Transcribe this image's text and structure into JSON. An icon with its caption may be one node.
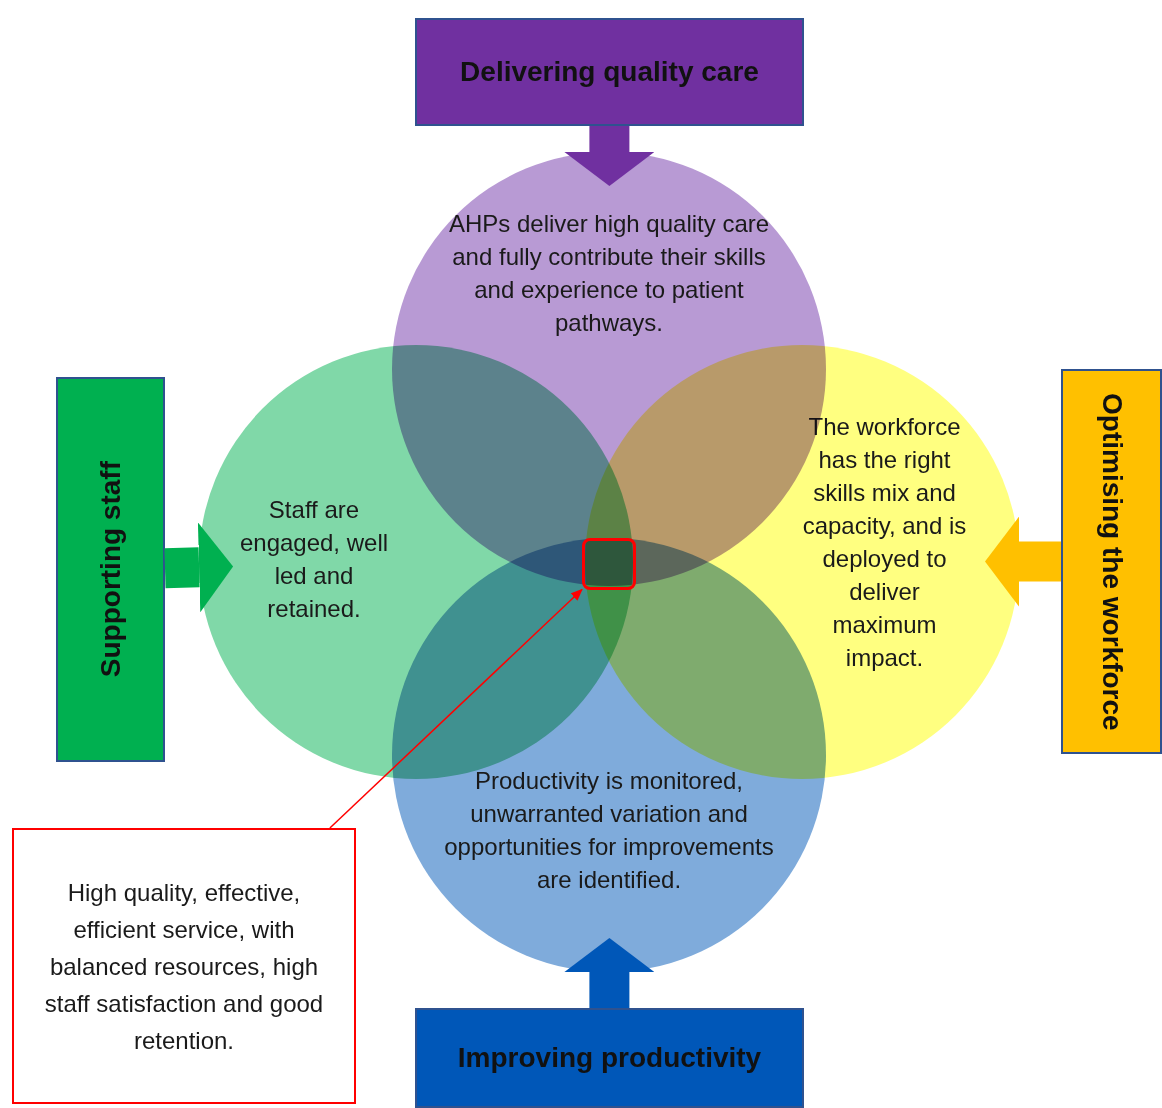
{
  "diagram": {
    "nodes": [
      {
        "text": [
          "Delivering quality care"
        ]
      },
      {
        "text": [
          "AHPs deliver high quality care and fully contribute their skills and experience to patient pathways."
        ]
      },
      {
        "text": [
          "Supporting staff"
        ]
      },
      {
        "text": [
          "Staff are engaged, well led and retained."
        ]
      },
      {
        "text": [
          "Optimising the workforce"
        ]
      },
      {
        "text": [
          "The workforce has the right skills mix and capacity, and is deployed to deliver maximum impact."
        ]
      },
      {
        "text": [
          "Improving productivity"
        ]
      },
      {
        "text": [
          "Productivity is monitored, unwarranted variation and opportunities for improvements are identified."
        ]
      },
      {
        "text": [
          "High quality, effective, efficient service, with balanced resources, high staff satisfaction and good retention."
        ]
      },
      {
        "text": [],
        "shape": "box"
      }
    ],
    "edges": [
      {
        "from": 0,
        "to": 1,
        "arrow": "to",
        "color": "#7030a0"
      },
      {
        "from": 2,
        "to": 3,
        "arrow": "to",
        "color": "#00b050"
      },
      {
        "from": 4,
        "to": 5,
        "arrow": "to",
        "color": "#ffc000"
      },
      {
        "from": 6,
        "to": 7,
        "arrow": "to",
        "color": "#0057b8"
      },
      {
        "from": 8,
        "to": 9,
        "arrow": "to",
        "color": "#ff0000"
      }
    ]
  }
}
